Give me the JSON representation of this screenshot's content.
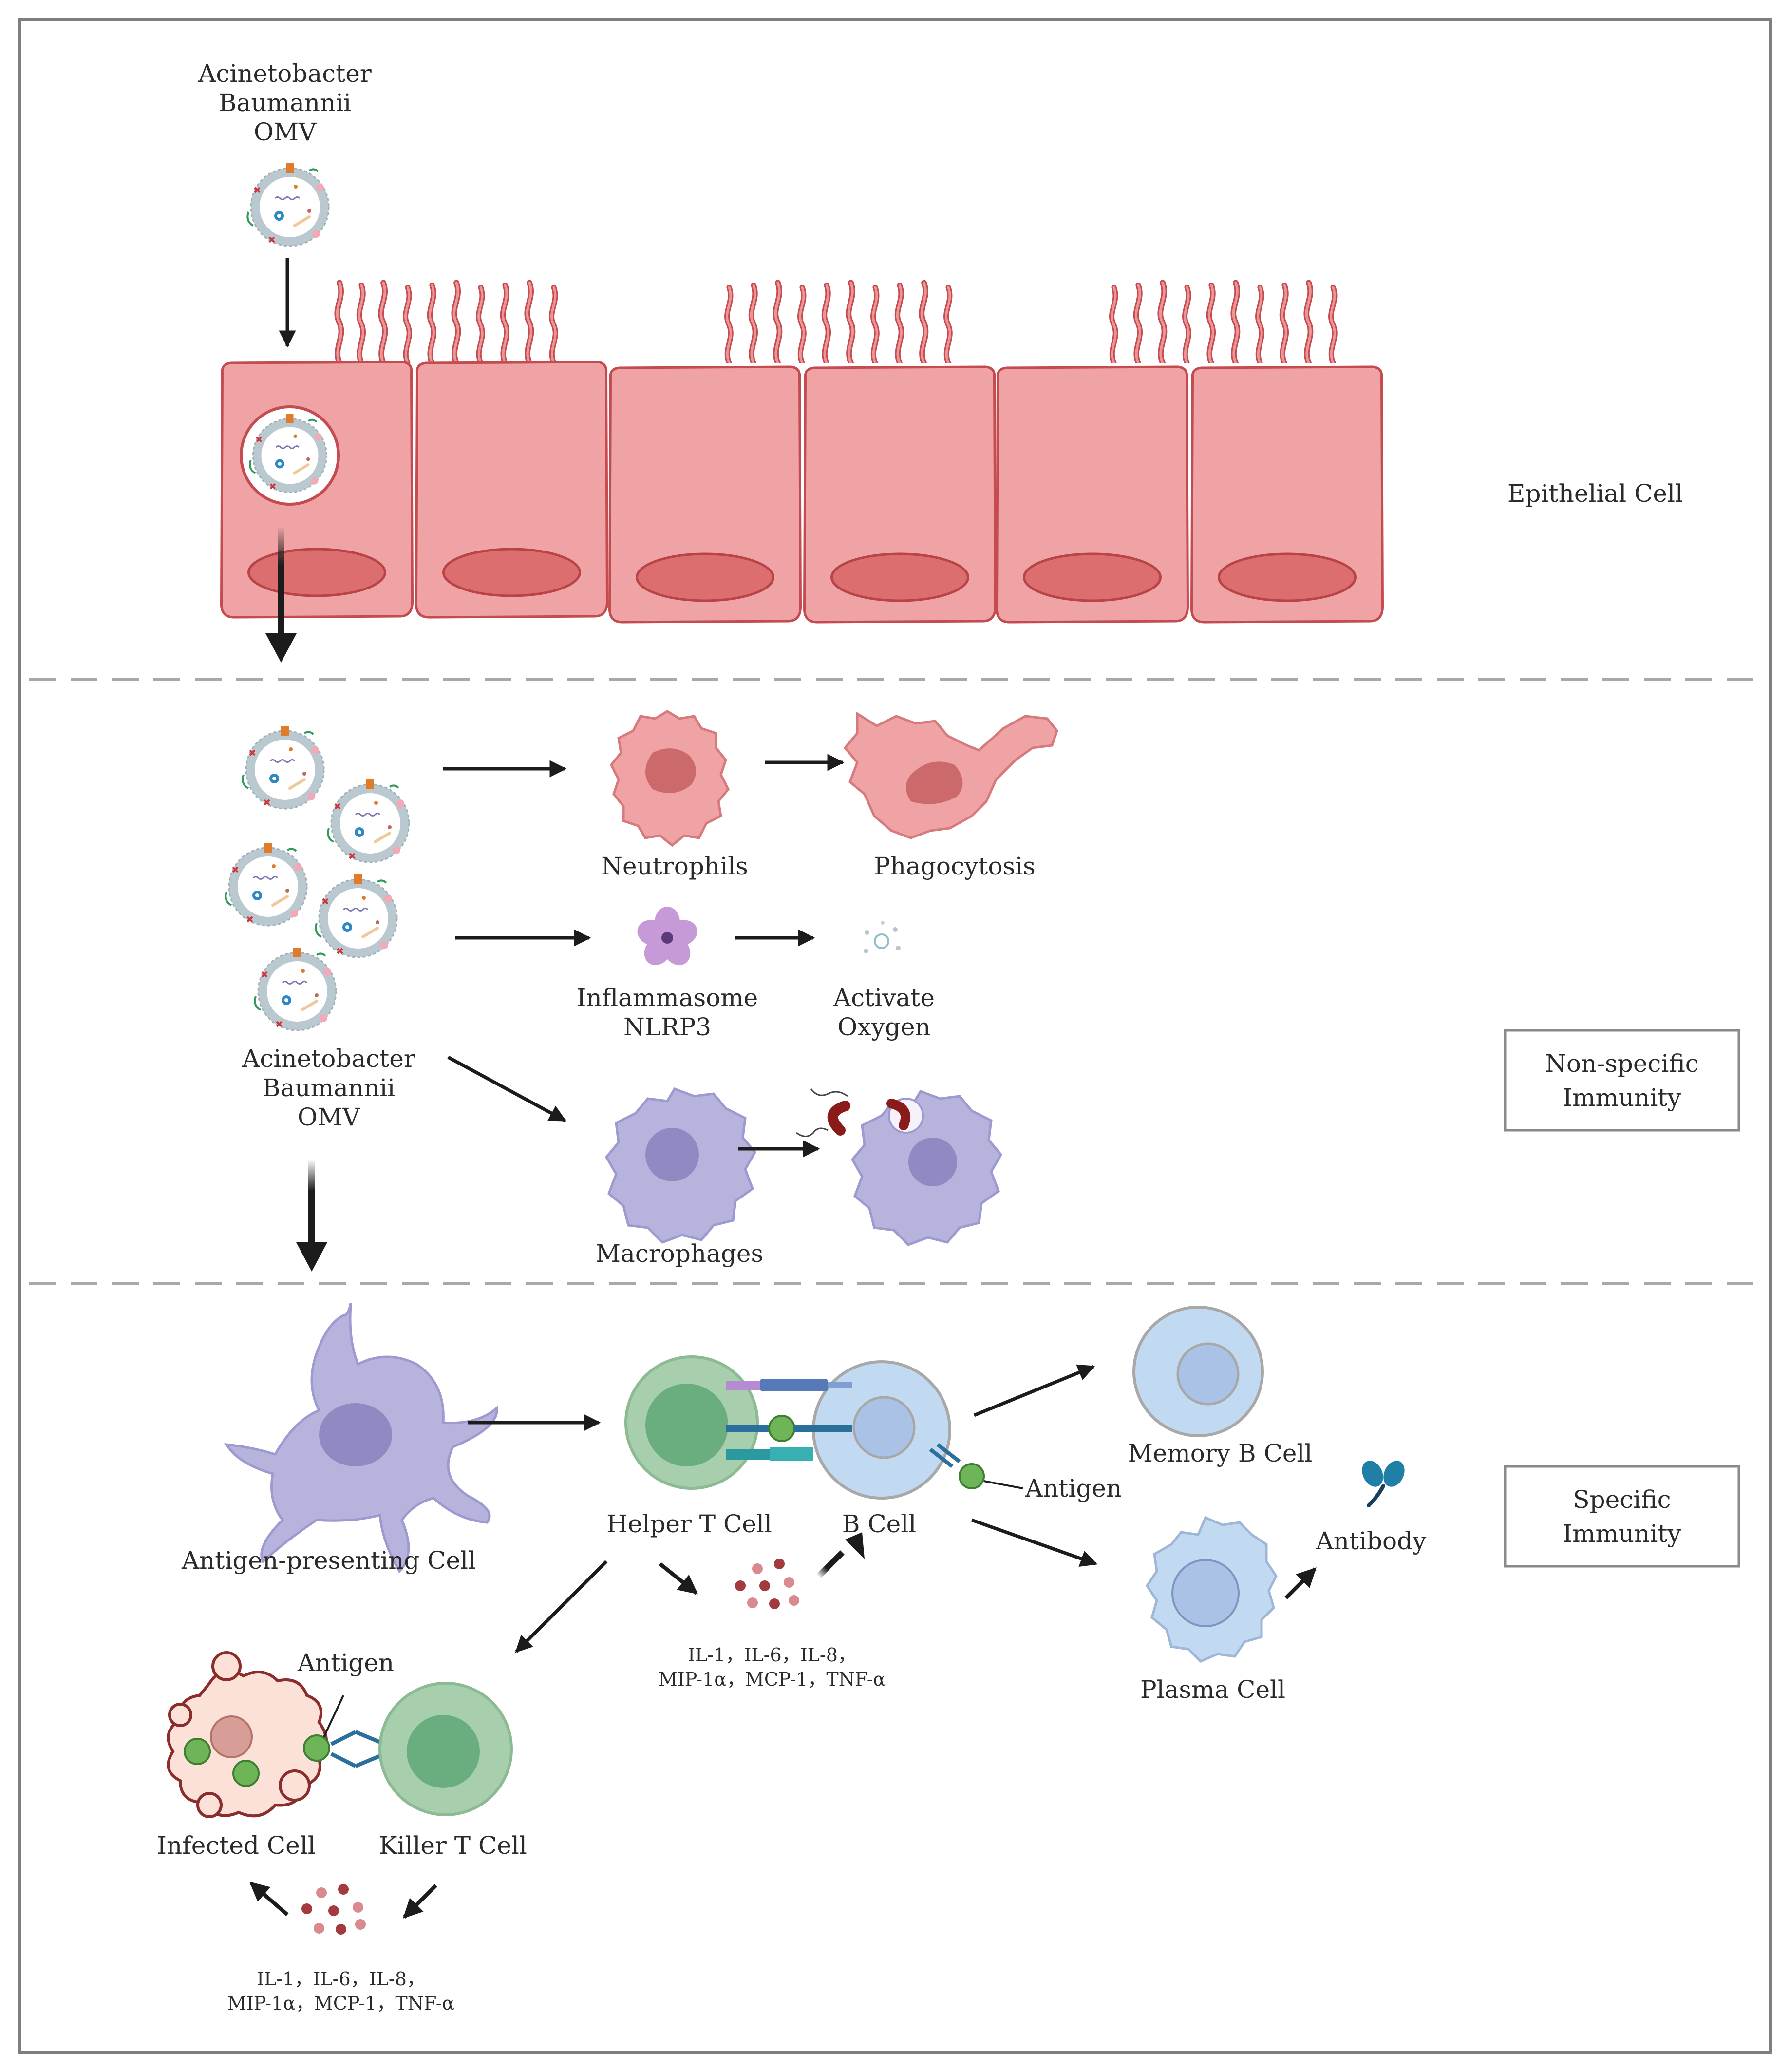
{
  "labels": {
    "omv_top_line1": "Acinetobacter",
    "omv_top_line2": "Baumannii",
    "omv_top_line3": "OMV",
    "epithelial_cell": "Epithelial Cell",
    "omv_mid_line1": "Acinetobacter",
    "omv_mid_line2": "Baumannii",
    "omv_mid_line3": "OMV",
    "neutrophils": "Neutrophils",
    "phagocytosis": "Phagocytosis",
    "inflammasome_line1": "Inflammasome",
    "inflammasome_line2": "NLRP3",
    "activate_line1": "Activate",
    "activate_line2": "Oxygen",
    "macrophages": "Macrophages",
    "nonspecific_line1": "Non-specific",
    "nonspecific_line2": "Immunity",
    "apc": "Antigen-presenting Cell",
    "helper_t": "Helper T Cell",
    "b_cell": "B Cell",
    "antigen_b": "Antigen",
    "memory_b": "Memory B Cell",
    "plasma": "Plasma Cell",
    "antibody": "Antibody",
    "specific_line1": "Specific",
    "specific_line2": "Immunity",
    "cytokines_mid_line1": "IL-1，IL-6，IL-8，",
    "cytokines_mid_line2": "MIP-1α，MCP-1，TNF-α",
    "antigen_infected": "Antigen",
    "infected_cell": "Infected Cell",
    "killer_t": "Killer T Cell",
    "cytokines_bottom_line1": "IL-1，IL-6，IL-8，",
    "cytokines_bottom_line2": "MIP-1α，MCP-1，TNF-α"
  },
  "colors": {
    "epithelium_fill": "#f0a3a4",
    "epithelium_stroke": "#c44b4f",
    "nucleus_fill": "#dd6e6f",
    "macrophage_fill": "#b6b3dc",
    "macrophage_nucleus": "#8f8ac2",
    "t_cell_fill": "#a8cfad",
    "t_cell_nucleus": "#6aae80",
    "b_cell_fill": "#c1d9f1",
    "b_cell_nucleus": "#a9c2e6",
    "antigen_green": "#6db556",
    "cytokine_red": "#a33a3f",
    "frame_gray": "#7f7f7f"
  }
}
